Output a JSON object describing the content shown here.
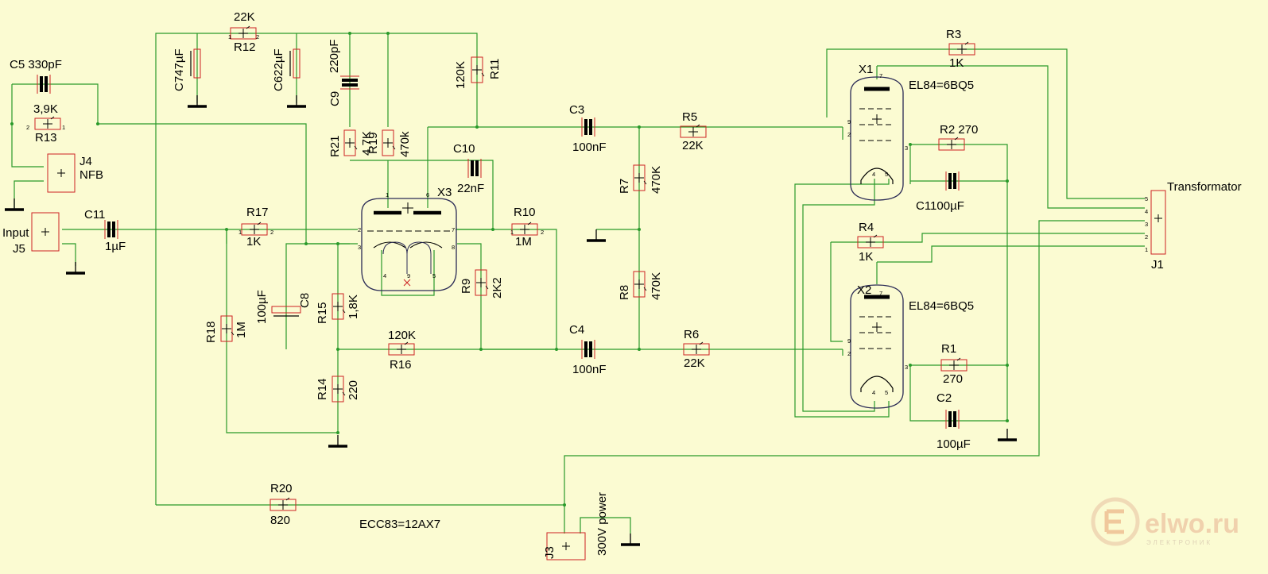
{
  "labels": {
    "r12_val": "22K",
    "r12_ref": "R12",
    "c5_ref": "C5 330pF",
    "r13_val": "3,9K",
    "r13_ref": "R13",
    "j4_ref": "J4",
    "j4_name": "NFB",
    "j5_name": "Input",
    "j5_ref": "J5",
    "c11_ref": "C11",
    "c11_val": "1µF",
    "c7": "C747µF",
    "c6": "C622µF",
    "c9_val": "220pF",
    "c9_ref": "C9",
    "r11_val": "120K",
    "r11_ref": "R11",
    "r21_ref": "R21",
    "r21_val": "4,7K",
    "r19_ref": "R19",
    "r19_val": "470k",
    "c10_ref": "C10",
    "c10_val": "22nF",
    "x3_ref": "X3",
    "r17_ref": "R17",
    "r17_val": "1K",
    "r10_ref": "R10",
    "r10_val": "1M",
    "c3_ref": "C3",
    "c3_val": "100nF",
    "r5_ref": "R5",
    "r5_val": "22K",
    "r7_ref": "R7",
    "r7_val": "470K",
    "r8_ref": "R8",
    "r8_val": "470K",
    "r9_ref": "R9",
    "r9_val": "2K2",
    "c8_val": "100µF",
    "c8_ref": "C8",
    "r15_ref": "R15",
    "r15_val": "1,8K",
    "r18_ref": "R18",
    "r18_val": "1M",
    "r16_val": "120K",
    "r16_ref": "R16",
    "c4_ref": "C4",
    "c4_val": "100nF",
    "r6_ref": "R6",
    "r6_val": "22K",
    "r14_ref": "R14",
    "r14_val": "220",
    "r20_ref": "R20",
    "r20_val": "820",
    "ecc83": "ECC83=12AX7",
    "j3_ref": "J3",
    "j3_name": "300V power",
    "r3_ref": "R3",
    "r3_val": "1K",
    "x1_ref": "X1",
    "x1_type": "EL84=6BQ5",
    "r2": "R2 270",
    "c1": "C1100µF",
    "r4_ref": "R4",
    "r4_val": "1K",
    "x2_ref": "X2",
    "x2_type": "EL84=6BQ5",
    "r1_ref": "R1",
    "r1_val": "270",
    "c2_ref": "C2",
    "c2_val": "100µF",
    "transformer": "Transformator",
    "j1_ref": "J1",
    "logo_text": "elwo.ru",
    "logo_sub": "ЭЛЕКТРОНИК"
  },
  "colors": {
    "wire": "#2a9a2a",
    "body": "#cc2222",
    "background": "#fbfbd2",
    "ground": "#000000"
  }
}
